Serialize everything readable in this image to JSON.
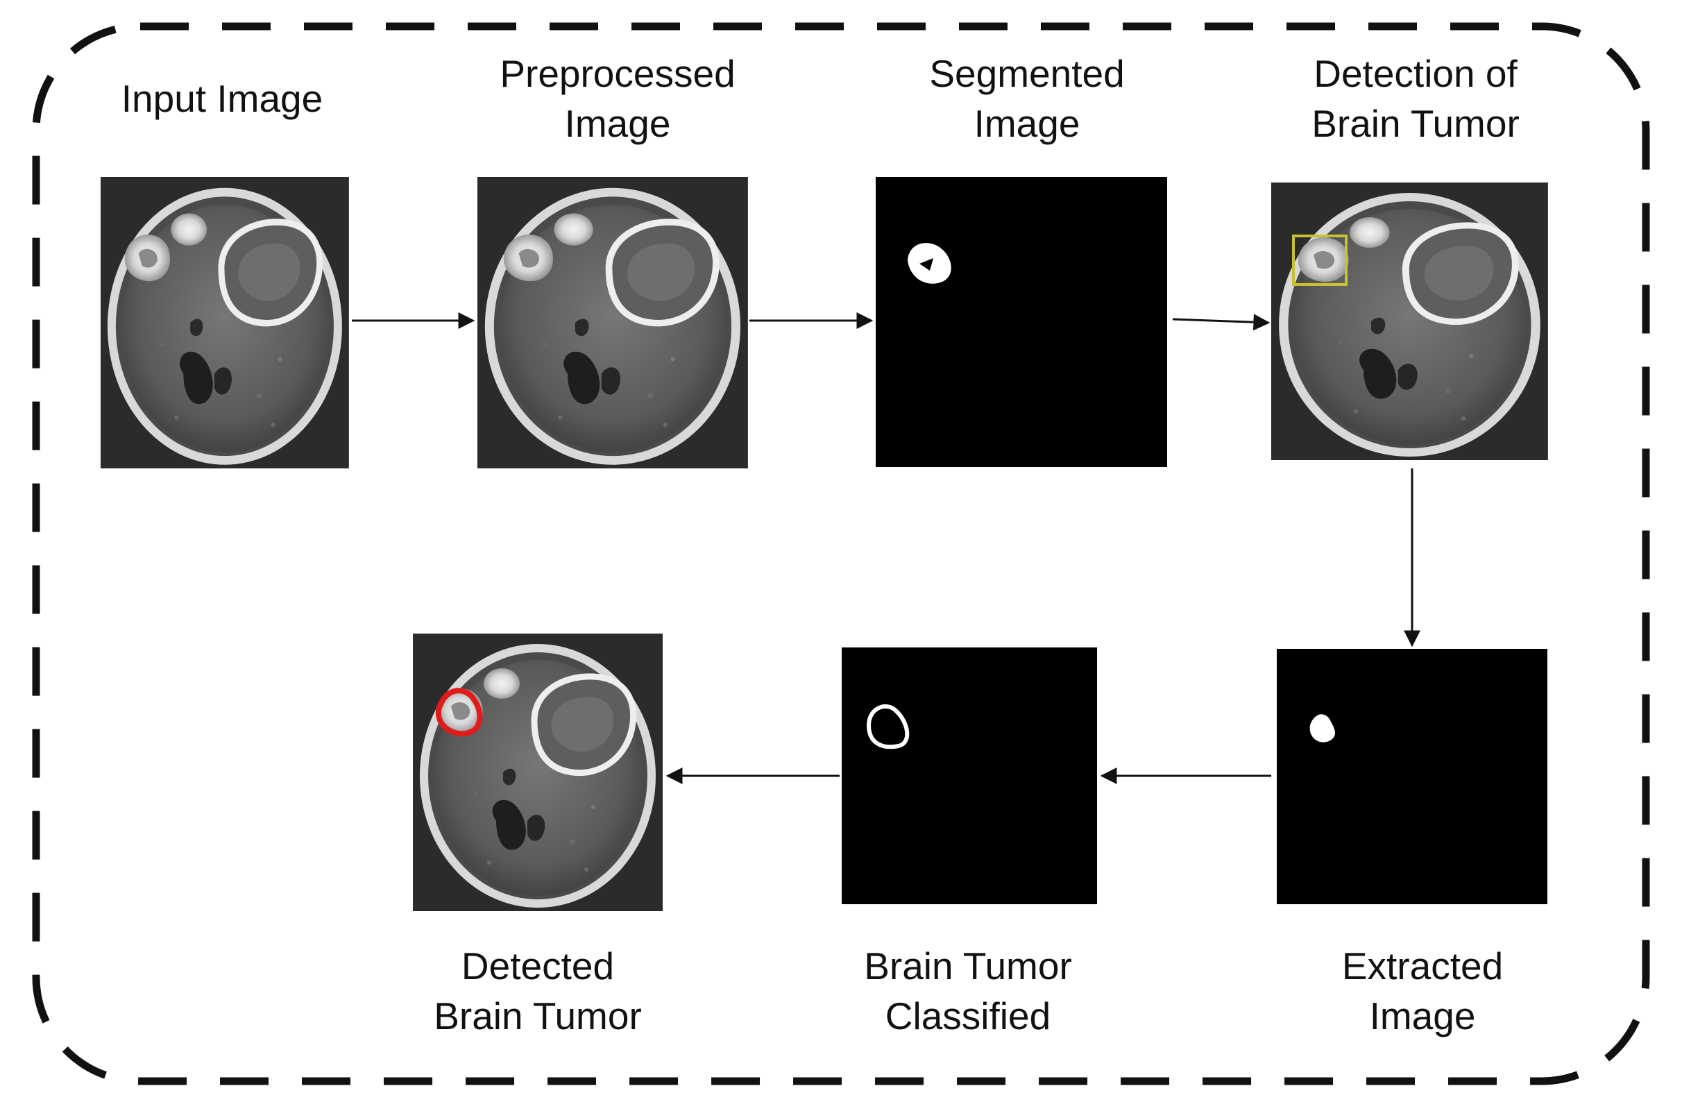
{
  "stages": {
    "input": {
      "line1": "Input Image"
    },
    "preprocessed": {
      "line1": "Preprocessed",
      "line2": "Image"
    },
    "segmented": {
      "line1": "Segmented",
      "line2": "Image"
    },
    "detection": {
      "line1": "Detection of",
      "line2": "Brain Tumor"
    },
    "extracted": {
      "line1": "Extracted",
      "line2": "Image"
    },
    "classified": {
      "line1": "Brain Tumor",
      "line2": "Classified"
    },
    "detected": {
      "line1": "Detected",
      "line2": "Brain Tumor"
    }
  },
  "colors": {
    "border": "#111111",
    "arrow": "#111111",
    "mask_background": "#000000",
    "mask_foreground": "#ffffff",
    "detection_box": "#c8c232",
    "tumor_outline": "#e01b1b"
  },
  "icons": {
    "mri_scan": "brain-mri-scan-image",
    "binary_mask": "segmentation-mask-image",
    "arrow": "flow-arrow"
  }
}
